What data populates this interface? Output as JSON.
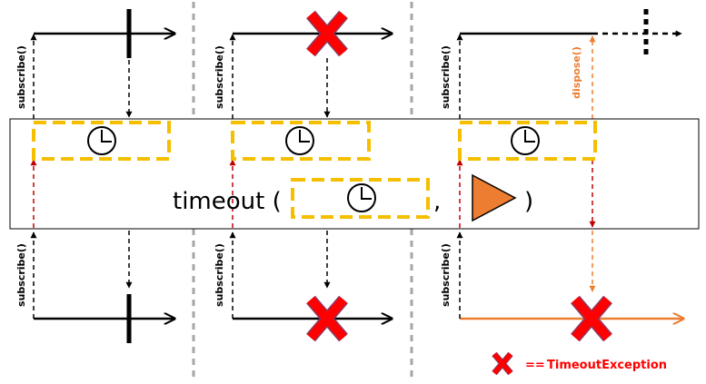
{
  "colors": {
    "timer_border": "#f5bf00",
    "error_red": "#ff0000",
    "error_outline": "#8b3a62",
    "fallback_orange": "#ed7d31",
    "dashed_red": "#c00000",
    "divider": "#a6a6a6",
    "line": "#000000"
  },
  "icons": {
    "timer": "clock-icon",
    "fallback": "play-triangle-icon",
    "error": "red-x-icon"
  },
  "labels": {
    "subscribe": "subscribe()",
    "dispose": "dispose()"
  },
  "operator": {
    "name": "timeout (",
    "comma": ",",
    "close": ")"
  },
  "legend": {
    "equals": "==",
    "text": "TimeoutException"
  }
}
